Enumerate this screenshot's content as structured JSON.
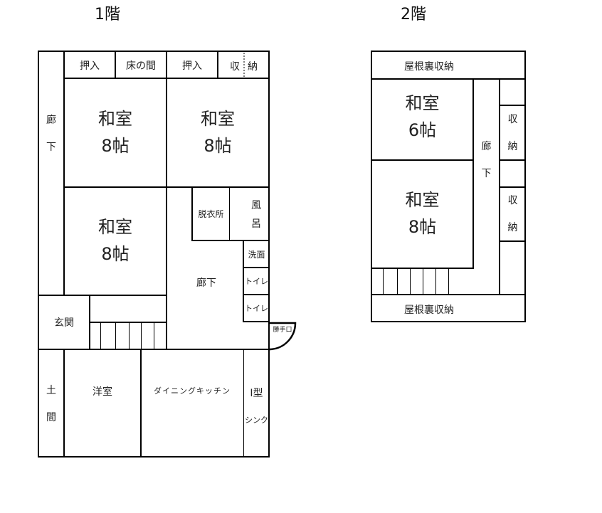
{
  "floor1": {
    "title": "1階",
    "rooms": {
      "oshiire1": "押入",
      "tokonoma": "床の間",
      "oshiire2": "押入",
      "shuno_a": "収",
      "shuno_b": "納",
      "washitsu_tl": {
        "name": "和室",
        "size": "8帖"
      },
      "washitsu_tr": {
        "name": "和室",
        "size": "8帖"
      },
      "washitsu_bl": {
        "name": "和室",
        "size": "8帖"
      },
      "rouka_left": {
        "top": "廊",
        "bottom": "下"
      },
      "datsuijo": "脱衣所",
      "furo": {
        "top": "風",
        "bottom": "呂"
      },
      "senmen": "洗面",
      "toilet1": "トイレ",
      "toilet2": "トイレ",
      "rouka_center": "廊下",
      "genkan": "玄関",
      "katteguchi": "勝手口",
      "doma": {
        "top": "土",
        "bottom": "間"
      },
      "youshitsu": "洋室",
      "dining_kitchen": "ダイニングキッチン",
      "sink": {
        "top": "I型",
        "bottom": "シンク"
      }
    }
  },
  "floor2": {
    "title": "2階",
    "rooms": {
      "attic_top": "屋根裏収納",
      "washitsu6": {
        "name": "和室",
        "size": "6帖"
      },
      "washitsu8": {
        "name": "和室",
        "size": "8帖"
      },
      "rouka": {
        "top": "廊",
        "bottom": "下"
      },
      "shuno1": {
        "top": "収",
        "bottom": "納"
      },
      "shuno2": {
        "top": "収",
        "bottom": "納"
      },
      "attic_bottom": "屋根裏収納"
    }
  },
  "colors": {
    "line": "#000000",
    "background": "#ffffff",
    "text": "#222222"
  }
}
